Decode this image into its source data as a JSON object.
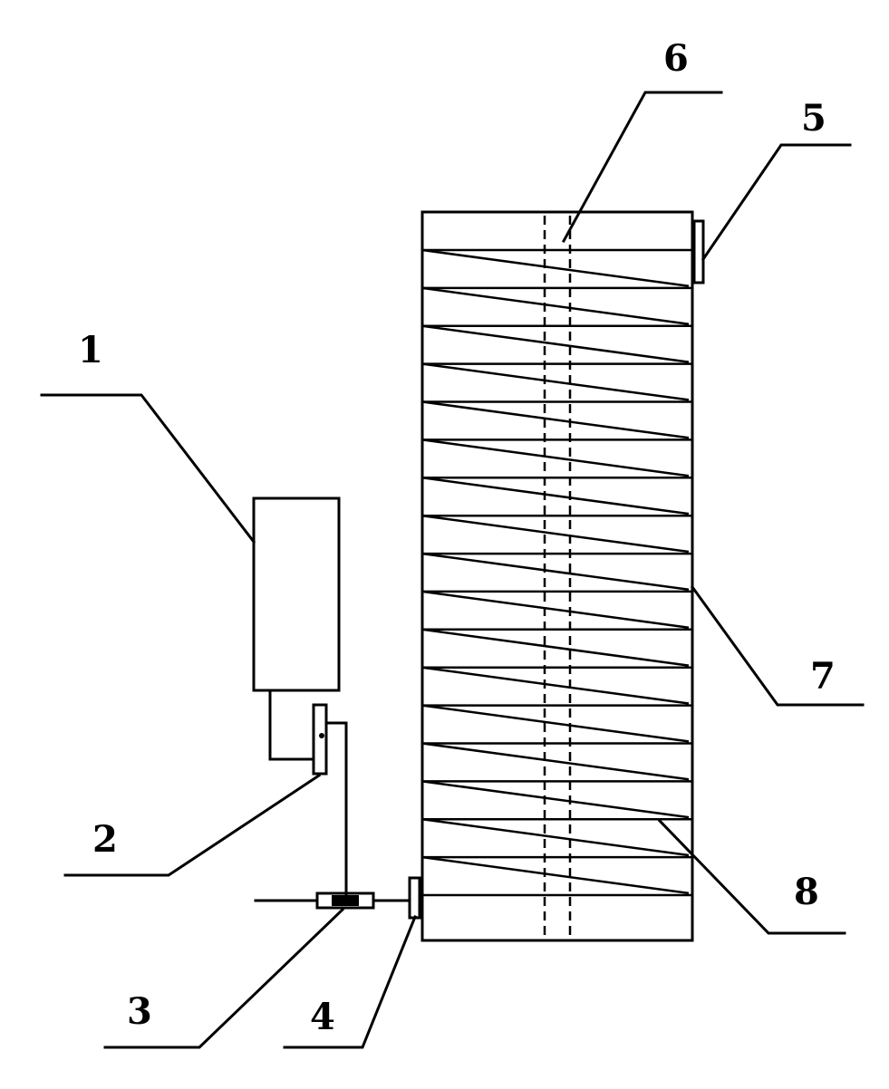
{
  "labels": {
    "motor": "1",
    "coupling": "2",
    "valve": "3",
    "inlet": "4",
    "outlet": "5",
    "shaft": "6",
    "tank": "7",
    "blade": "8"
  }
}
